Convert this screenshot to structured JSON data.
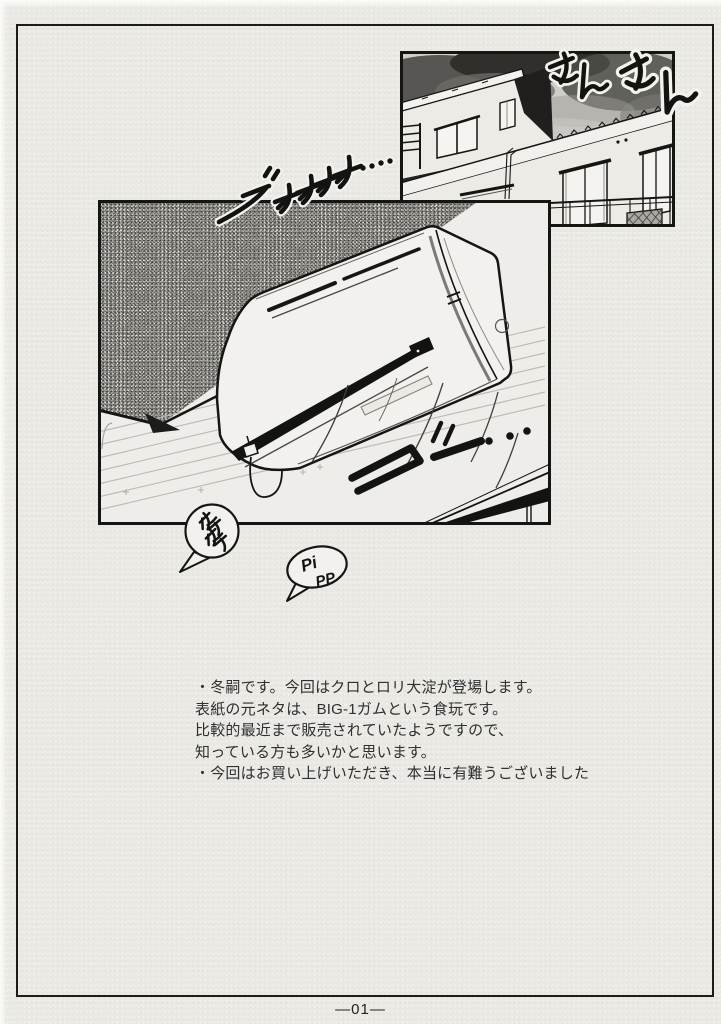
{
  "page": {
    "number_label": "—01—"
  },
  "panels": {
    "house": {
      "label": "house exterior under bright sun",
      "sfx_sunshine": "さんさん"
    },
    "aircon": {
      "label": "wall air conditioner blowing",
      "sfx_whir": "ブオオオオ・・・・",
      "sfx_blow": "ゴー・・・",
      "sfx_click": "カチカチ",
      "sfx_beep_line1": "Pi",
      "sfx_beep_line2": "PP"
    }
  },
  "afterword": {
    "lines": [
      "・冬嗣です。今回はクロとロリ大淀が登場します。",
      "表紙の元ネタは、BIG-1ガムという食玩です。",
      "比較的最近まで販売されていたようですので、",
      "知っている方も多いかと思います。",
      "・今回はお買い上げいただき、本当に有難うございました"
    ]
  },
  "colors": {
    "paper": "#e9e8e3",
    "ink": "#1c1c1b"
  }
}
